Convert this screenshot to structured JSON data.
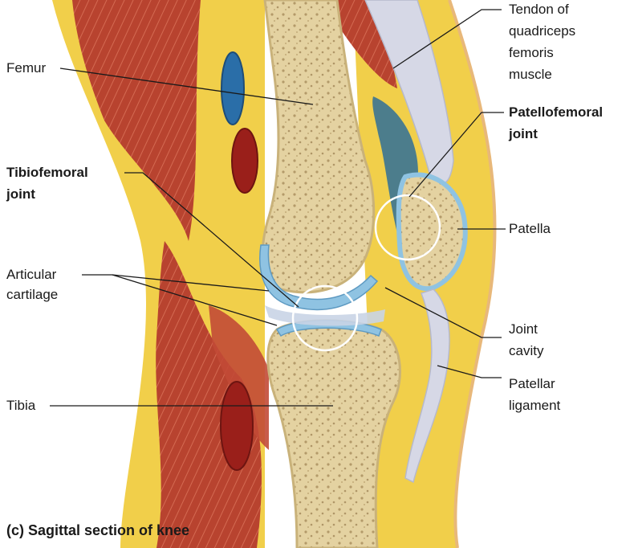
{
  "labels": {
    "femur": "Femur",
    "tendon_line1": "Tendon of",
    "tendon_line2": "quadriceps",
    "tendon_line3": "femoris",
    "tendon_line4": "muscle",
    "patellofemoral_line1": "Patellofemoral",
    "patellofemoral_line2": "joint",
    "tibiofemoral_line1": "Tibiofemoral",
    "tibiofemoral_line2": "joint",
    "patella": "Patella",
    "articular_line1": "Articular",
    "articular_line2": "cartilage",
    "joint_cavity_line1": "Joint",
    "joint_cavity_line2": "cavity",
    "tibia": "Tibia",
    "patellar_ligament_line1": "Patellar",
    "patellar_ligament_line2": "ligament"
  },
  "caption": "(c) Sagittal section of knee",
  "colors": {
    "muscle": "#b8432f",
    "fat": "#f1cf4a",
    "bone": "#e4d2a1",
    "cartilage": "#8fc3e2",
    "tendon": "#d6d8e6",
    "vein": "#2a6ea8",
    "artery": "#9a1f1a"
  }
}
